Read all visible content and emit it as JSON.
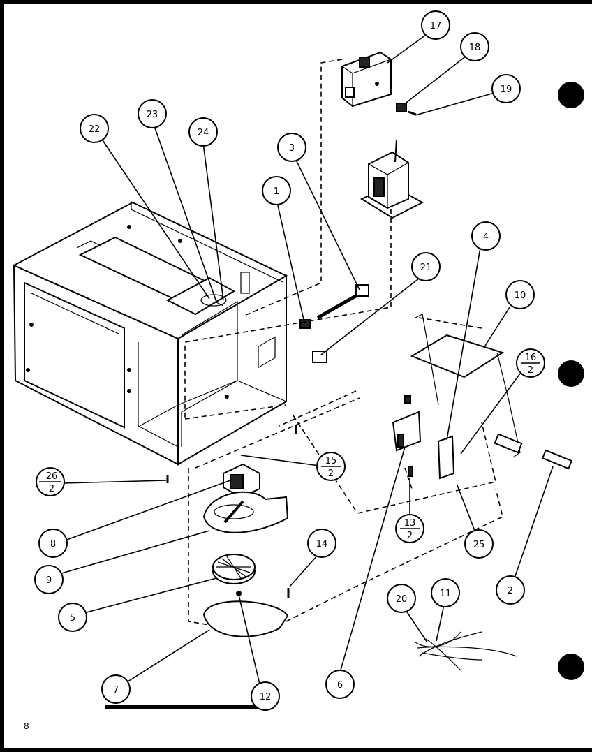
{
  "page_number": "8",
  "callouts": {
    "c1": "1",
    "c2": "2",
    "c3": "3",
    "c4": "4",
    "c5": "5",
    "c6": "6",
    "c7": "7",
    "c8": "8",
    "c9": "9",
    "c10": "10",
    "c11": "11",
    "c12": "12",
    "c13_top": "13",
    "c13_bottom": "2",
    "c14": "14",
    "c15_top": "15",
    "c15_bottom": "2",
    "c16_top": "16",
    "c16_bottom": "2",
    "c17": "17",
    "c18": "18",
    "c19": "19",
    "c20": "20",
    "c21": "21",
    "c22": "22",
    "c23": "23",
    "c24": "24",
    "c25": "25",
    "c26_top": "26",
    "c26_bottom": "2"
  }
}
